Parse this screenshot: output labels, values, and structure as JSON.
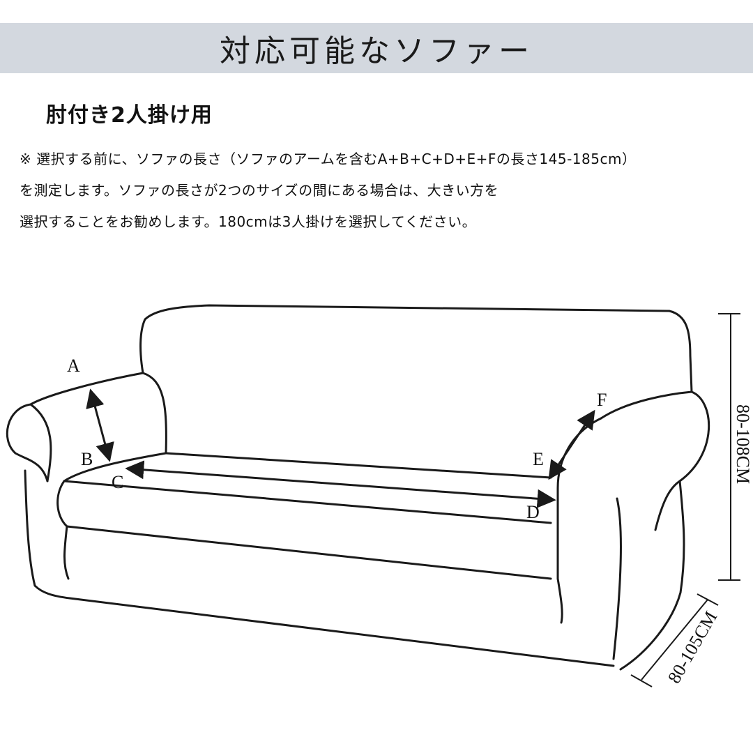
{
  "banner": {
    "title": "対応可能なソファー"
  },
  "subtitle": "肘付き2人掛け用",
  "notes": {
    "line1": "※ 選択する前に、ソファの長さ（ソファのアームを含むA+B+C+D+E+Fの長さ145-185cm）",
    "line2": "を測定します。ソファの長さが2つのサイズの間にある場合は、大きい方を",
    "line3": "選択することをお勧めします。180cmは3人掛けを選択してください。"
  },
  "diagram": {
    "labels": {
      "a": "A",
      "b": "B",
      "c": "C",
      "d": "D",
      "e": "E",
      "f": "F"
    },
    "height_range": "80-108CM",
    "depth_range": "80-105CM"
  },
  "colors": {
    "banner_bg": "#d3d8df",
    "line": "#1a1a1a"
  }
}
